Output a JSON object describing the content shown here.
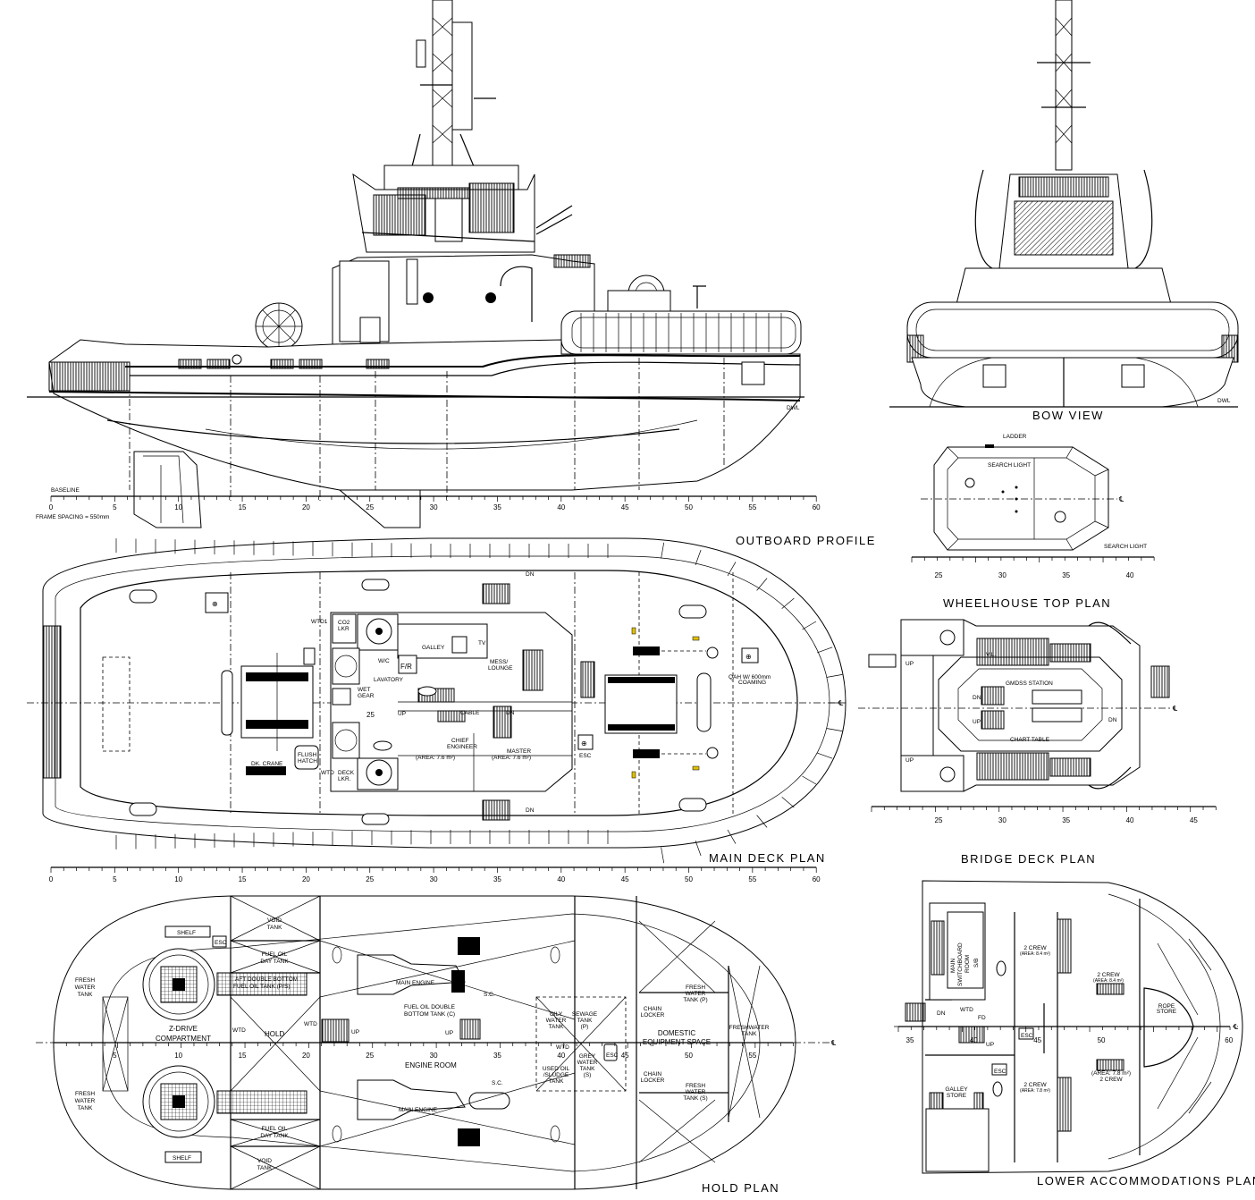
{
  "views": {
    "outboard_profile": "OUTBOARD PROFILE",
    "bow_view": "BOW VIEW",
    "wheelhouse_top_plan": "WHEELHOUSE TOP PLAN",
    "main_deck_plan": "MAIN DECK PLAN",
    "bridge_deck_plan": "BRIDGE DECK PLAN",
    "hold_plan": "HOLD PLAN",
    "lower_accommodations_plan": "LOWER ACCOMMODATIONS PLAN"
  },
  "profile": {
    "baseline": "BASELINE",
    "frame_spacing": "FRAME SPACING = 550mm",
    "dwl": "DWL",
    "scale": [
      "0",
      "5",
      "10",
      "15",
      "20",
      "25",
      "30",
      "35",
      "40",
      "45",
      "50",
      "55",
      "60"
    ]
  },
  "bow": {
    "dwl": "DWL"
  },
  "wheelhouse_top": {
    "ladder": "LADDER",
    "search_light_1": "SEARCH LIGHT",
    "search_light_2": "SEARCH LIGHT",
    "centerline": "℄",
    "scale": [
      "25",
      "30",
      "35",
      "40"
    ]
  },
  "main_deck": {
    "wtd1": "WTD1",
    "co2_lkr": [
      "CO2",
      "LKR"
    ],
    "wc": "W/C",
    "fr": "F/R",
    "galley": "GALLEY",
    "tv": "TV",
    "mess_lounge": [
      "MESS/",
      "LOUNGE"
    ],
    "lavatory": "LAVATORY",
    "wet_gear": [
      "WET",
      "GEAR"
    ],
    "frame_25": "25",
    "up": "UP",
    "cable": "CABLE",
    "dn": "DN",
    "chief_engineer": [
      "CHIEF",
      "ENGINEER"
    ],
    "chief_area": "(AREA: 7.6 m²)",
    "master": "MASTER",
    "master_area": "(AREA: 7.6 m²)",
    "deck_lkr": [
      "DECK",
      "LKR."
    ],
    "dk_crane": "DK. CRANE",
    "flush_hatch": [
      "FLUSH",
      "HATCH"
    ],
    "esc": "ESC",
    "qah": [
      "QAH W/ 600mm",
      "COAMING"
    ],
    "dn_port": "DN",
    "dn_stbd": "DN",
    "wtd": "WTD",
    "centerline": "℄",
    "scale": [
      "0",
      "5",
      "10",
      "15",
      "20",
      "25",
      "30",
      "35",
      "40",
      "45",
      "50",
      "55",
      "60"
    ]
  },
  "bridge_deck": {
    "vl": "V.L.",
    "up_1": "UP",
    "up_2": "UP",
    "up_3": "UP",
    "dn_1": "DN",
    "dn_2": "DN",
    "gmdss": "GMDSS STATION",
    "chart_table": "CHART TABLE",
    "centerline": "℄",
    "scale": [
      "25",
      "30",
      "35",
      "40",
      "45"
    ]
  },
  "hold": {
    "fresh_water_tank_p": [
      "FRESH",
      "WATER",
      "TANK"
    ],
    "fresh_water_tank_s": [
      "FRESH",
      "WATER",
      "TANK"
    ],
    "zdrive": [
      "Z-DRIVE",
      "COMPARTMENT"
    ],
    "hold": "HOLD",
    "wtd_1": "WTD",
    "wtd_2": "WTD",
    "wtd_3": "WTD",
    "void_tank_1": [
      "VOID",
      "TANK"
    ],
    "void_tank_2": [
      "VOID",
      "TANK"
    ],
    "fo_day_tank_1": [
      "FUEL OIL",
      "DAY TANK"
    ],
    "fo_day_tank_2": [
      "FUEL OIL",
      "DAY TANK"
    ],
    "aft_db_fo": [
      "AFT DOUBLE BOTTOM",
      "FUEL OIL TANK (P/S)"
    ],
    "main_engine_1": "MAIN ENGINE",
    "main_engine_2": "MAIN ENGINE",
    "fo_db_c": [
      "FUEL OIL DOUBLE",
      "BOTTOM TANK (C)"
    ],
    "engine_room": "ENGINE ROOM",
    "sc_1": "S.C.",
    "sc_2": "S.C.",
    "oily_water": [
      "OILY",
      "WATER",
      "TANK"
    ],
    "sewage": [
      "SEWAGE",
      "TANK",
      "(P)"
    ],
    "grey_water": [
      "GREY",
      "WATER",
      "TANK",
      "(S)"
    ],
    "used_oil": [
      "USED OIL",
      "/SLUDGE",
      "TANK"
    ],
    "esc_1": "ESC",
    "esc_2": "ESC",
    "chain_locker_1": [
      "CHAIN",
      "LOCKER"
    ],
    "chain_locker_2": [
      "CHAIN",
      "LOCKER"
    ],
    "domestic": [
      "DOMESTIC",
      "EQUIPMENT SPACE"
    ],
    "fw_tank_p": [
      "FRESH",
      "WATER",
      "TANK (P)"
    ],
    "fw_tank_s": [
      "FRESH",
      "WATER",
      "TANK (S)"
    ],
    "freshwater_tank": [
      "FRESHWATER",
      "TANK"
    ],
    "up_1": "UP",
    "up_2": "UP",
    "shelf_1": "SHELF",
    "shelf_2": "SHELF",
    "centerline": "℄",
    "scale": [
      "5",
      "10",
      "15",
      "20",
      "25",
      "30",
      "35",
      "40",
      "45",
      "50",
      "55"
    ]
  },
  "lower_accom": {
    "switchboard": [
      "MAIN",
      "SWITCHBOARD",
      "ROOM"
    ],
    "sb": "S/B",
    "dn": "DN",
    "wtd": "WTD",
    "fd": "FD",
    "up": "UP",
    "esc_1": "ESC",
    "esc_2": "ESC",
    "crew_1": [
      "2 CREW",
      "(AREA: 8.4 m²)"
    ],
    "crew_2": [
      "2 CREW",
      "(AREA: 8.4 m²)"
    ],
    "crew_3": [
      "2 CREW",
      "(AREA: 7.8 m²)"
    ],
    "crew_4": [
      "(AREA: 7.8 m²)",
      "2 CREW"
    ],
    "galley_store": [
      "GALLEY",
      "STORE"
    ],
    "rope_store": [
      "ROPE",
      "STORE"
    ],
    "centerline": "℄",
    "scale": [
      "35",
      "40",
      "45",
      "50",
      "60"
    ]
  }
}
